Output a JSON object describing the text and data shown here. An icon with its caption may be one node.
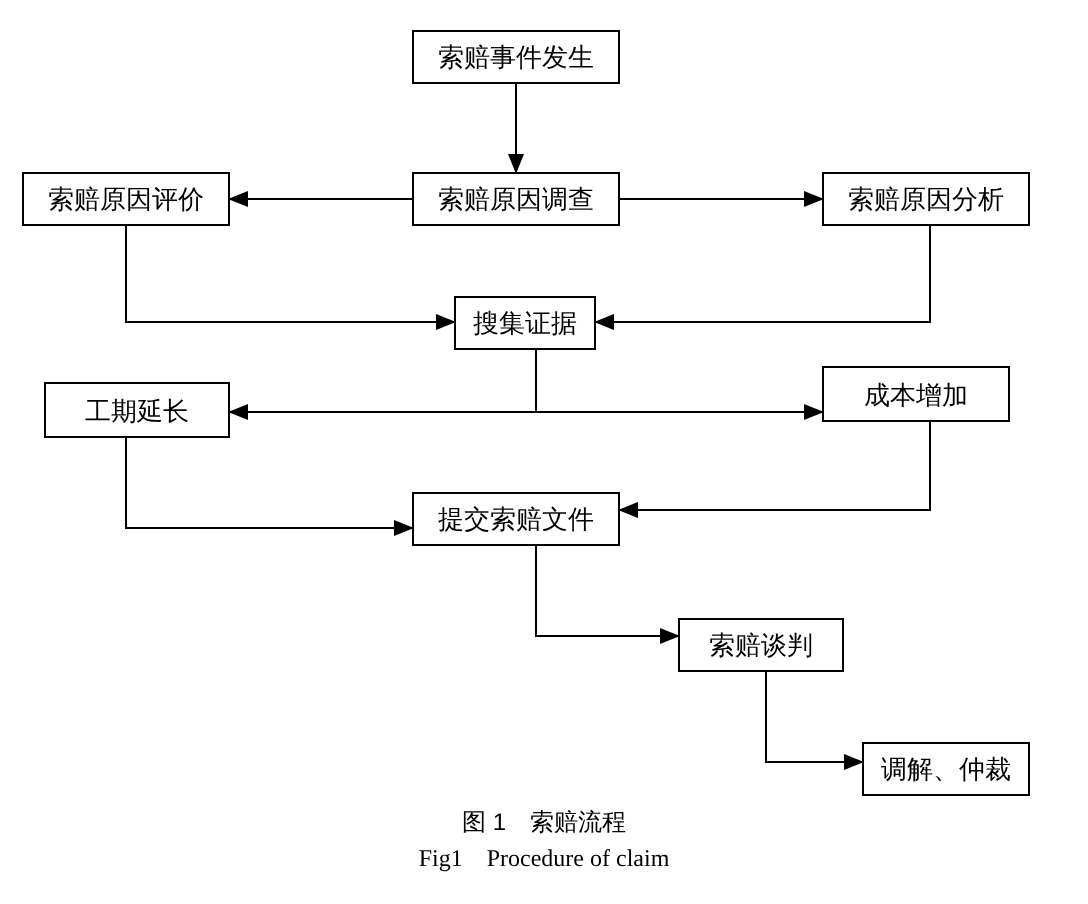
{
  "diagram": {
    "nodes": [
      {
        "text": [
          "索赔事件发生"
        ]
      },
      {
        "text": [
          "索赔原因调查"
        ]
      },
      {
        "text": [
          "索赔原因评价"
        ]
      },
      {
        "text": [
          "索赔原因分析"
        ]
      },
      {
        "text": [
          "搜集证据"
        ]
      },
      {
        "text": [
          "工期延长"
        ]
      },
      {
        "text": [
          "成本增加"
        ]
      },
      {
        "text": [
          "提交索赔文件"
        ]
      },
      {
        "text": [
          "索赔谈判"
        ]
      },
      {
        "text": [
          "调解、仲裁"
        ]
      }
    ],
    "edges": [
      {
        "from": 0,
        "to": 1,
        "arrow": "to"
      },
      {
        "from": 1,
        "to": 2,
        "arrow": "to"
      },
      {
        "from": 1,
        "to": 3,
        "arrow": "to"
      },
      {
        "from": 2,
        "to": 4,
        "arrow": "to"
      },
      {
        "from": 3,
        "to": 4,
        "arrow": "to"
      },
      {
        "from": 4,
        "to": 5,
        "arrow": "to"
      },
      {
        "from": 4,
        "to": 6,
        "arrow": "to"
      },
      {
        "from": 5,
        "to": 7,
        "arrow": "to"
      },
      {
        "from": 6,
        "to": 7,
        "arrow": "to"
      },
      {
        "from": 7,
        "to": 8,
        "arrow": "to"
      },
      {
        "from": 8,
        "to": 9,
        "arrow": "to"
      }
    ],
    "labels": [
      "图 1　索赔流程",
      "Fig1　Procedure of claim"
    ]
  }
}
